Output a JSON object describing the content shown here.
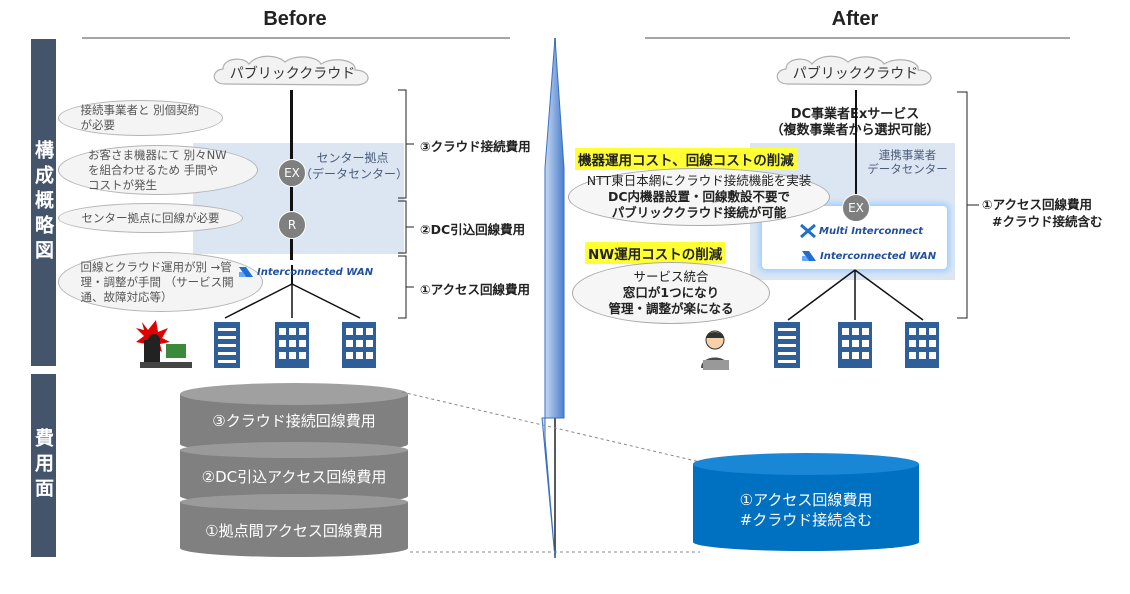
{
  "headers": {
    "before": "Before",
    "after": "After"
  },
  "side_labels": {
    "structure": "構成概略図",
    "cost": "費用面"
  },
  "cloud": {
    "before": "パブリッククラウド",
    "after": "パブリッククラウド"
  },
  "before": {
    "bubbles": [
      "接続事業者と 別個契約が必要",
      "お客さま機器にて 別々NWを組合わせるため 手間やコストが発生",
      "センター拠点に回線が必要",
      "回線とクラウド運用が別 →管理・調整が手間 （サービス開通、故障対応等）"
    ],
    "center": {
      "title": "センター拠点",
      "subtitle": "（データセンター）"
    },
    "nodes": {
      "ex": "EX",
      "r": "R"
    },
    "brand": "Interconnected WAN",
    "brackets": [
      "③クラウド接続費用",
      "②DC引込回線費用",
      "①アクセス回線費用"
    ],
    "disks": [
      "③クラウド接続回線費用",
      "②DC引込アクセス回線費用",
      "①拠点間アクセス回線費用"
    ]
  },
  "after": {
    "service_title": "DC事業者Exサービス",
    "service_sub": "（複数事業者から選択可能）",
    "dc": {
      "title": "連携事業者",
      "subtitle": "データセンター"
    },
    "node_ex": "EX",
    "brand_multi": "Multi Interconnect",
    "brand_wan": "Interconnected WAN",
    "highlight1": "機器運用コスト、回線コストの削減",
    "bubble1": [
      "NTT東日本網にクラウド接続機能を実装",
      "DC内機器設置・回線敷設不要で",
      "パブリッククラウド接続が可能"
    ],
    "highlight2": "NW運用コストの削減",
    "bubble2": [
      "サービス統合",
      "窓口が1つになり",
      "管理・調整が楽になる"
    ],
    "bracket": [
      "①アクセス回線費用",
      "#クラウド接続含む"
    ],
    "disk": [
      "①アクセス回線費用",
      "#クラウド接続含む"
    ]
  },
  "colors": {
    "sidebar": "#44546a",
    "disk_gray": "#808080",
    "disk_blue": "#0070c0",
    "building": "#2e5f99",
    "highlight": "#ffff33",
    "arrow": "#5b8fd6"
  }
}
